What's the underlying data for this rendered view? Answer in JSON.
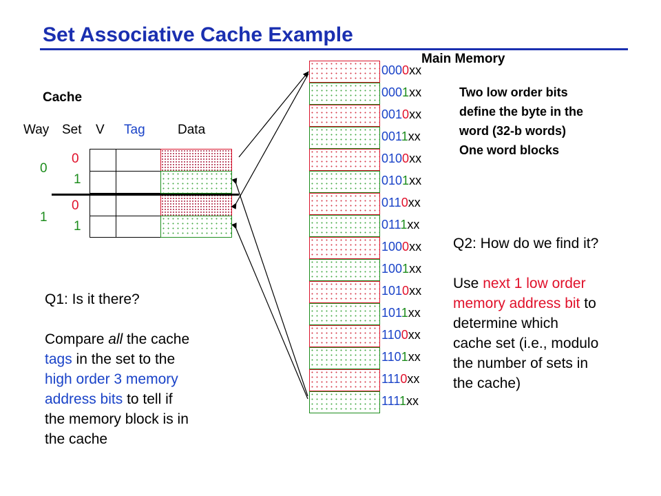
{
  "title": "Set Associative Cache Example",
  "main_memory_label": "Main Memory",
  "cache_label": "Cache",
  "headers": {
    "way": "Way",
    "set": "Set",
    "v": "V",
    "tag": "Tag",
    "data": "Data"
  },
  "ways": [
    "0",
    "1"
  ],
  "sets": [
    "0",
    "1",
    "0",
    "1"
  ],
  "note": [
    "Two low order bits",
    "define the byte in the",
    "word (32-b words)",
    "One word blocks"
  ],
  "memory_addresses": [
    {
      "tag": "000",
      "set": "0",
      "suffix": "xx"
    },
    {
      "tag": "000",
      "set": "1",
      "suffix": "xx"
    },
    {
      "tag": "001",
      "set": "0",
      "suffix": "xx"
    },
    {
      "tag": "001",
      "set": "1",
      "suffix": "xx"
    },
    {
      "tag": "010",
      "set": "0",
      "suffix": "xx"
    },
    {
      "tag": "010",
      "set": "1",
      "suffix": "xx"
    },
    {
      "tag": "011",
      "set": "0",
      "suffix": "xx"
    },
    {
      "tag": "011",
      "set": "1",
      "suffix": "xx"
    },
    {
      "tag": "100",
      "set": "0",
      "suffix": "xx"
    },
    {
      "tag": "100",
      "set": "1",
      "suffix": "xx"
    },
    {
      "tag": "101",
      "set": "0",
      "suffix": "xx"
    },
    {
      "tag": "101",
      "set": "1",
      "suffix": "xx"
    },
    {
      "tag": "110",
      "set": "0",
      "suffix": "xx"
    },
    {
      "tag": "110",
      "set": "1",
      "suffix": "xx"
    },
    {
      "tag": "111",
      "set": "0",
      "suffix": "xx"
    },
    {
      "tag": "111",
      "set": "1",
      "suffix": "xx"
    }
  ],
  "q1": {
    "question": "Q1: Is it there?",
    "l1a": "Compare ",
    "l1b": "all",
    "l1c": " the cache",
    "l2a": "tags",
    "l2b": " in the set to the",
    "l3": "high order 3 memory",
    "l4a": "address bits",
    "l4b": " to tell if",
    "l5": "the memory block is in",
    "l6": "the cache"
  },
  "q2": {
    "question": "Q2: How do we find it?",
    "l1a": "Use ",
    "l1b": "next 1 low order",
    "l2a": "memory address bit",
    "l2b": " to",
    "l3": "determine which",
    "l4": "cache set (i.e., modulo",
    "l5": "the number of sets in",
    "l6": "the cache)"
  },
  "colors": {
    "title": "#1a2fb0",
    "green": "#1c8c1c",
    "red": "#e0102a",
    "blue": "#1a43c8"
  }
}
